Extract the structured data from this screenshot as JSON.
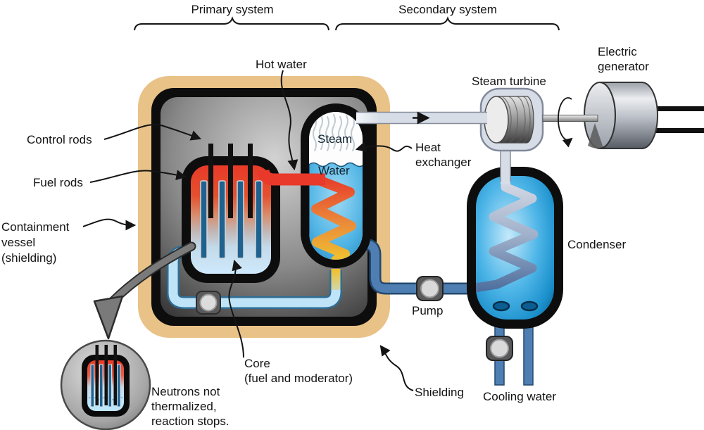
{
  "labels": {
    "primary_system": "Primary system",
    "secondary_system": "Secondary system",
    "hot_water": "Hot water",
    "steam_turbine": "Steam turbine",
    "electric_generator": "Electric\ngenerator",
    "control_rods": "Control rods",
    "fuel_rods": "Fuel rods",
    "containment_vessel": "Containment\nvessel\n(shielding)",
    "steam": "Steam",
    "water": "Water",
    "heat_exchanger": "Heat\nexchanger",
    "condenser": "Condenser",
    "pump": "Pump",
    "core": "Core\n(fuel and moderator)",
    "shielding": "Shielding",
    "cooling_water": "Cooling water",
    "neutrons_note": "Neutrons not\nthermalized,\nreaction stops."
  },
  "colors": {
    "shield_tan": "#e9c287",
    "vessel_black": "#0d0d0d",
    "hot_red": "#e8392a",
    "coil_orange": "#ea8a3a",
    "coil_yellow": "#f0c030",
    "cold_light_blue": "#bfe4f8",
    "water_blue": "#2e9fd8",
    "pipe_steel_blue": "#4f7fb2",
    "pipe_steel_dark": "#24486e",
    "steam_pipe_gray": "#d7dde7",
    "fuel_rod_blue": "#1f618f",
    "label_black": "#141414"
  }
}
